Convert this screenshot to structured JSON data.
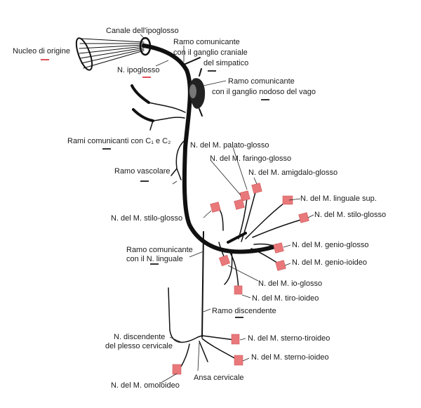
{
  "labels": {
    "nucleo": "Nucleo di origine",
    "canale": "Canale dell'ipoglosso",
    "ramo_gangl_1": "Ramo comunicante",
    "ramo_gangl_2": "con il ganglio craniale",
    "ramo_gangl_3": "del simpatico",
    "n_ipoglosso": "N. ipoglosso",
    "ramo_nodoso_1": "Ramo comunicante",
    "ramo_nodoso_2": "con il ganglio nodoso del vago",
    "rami_com": "Rami comunicanti con C₁ e C₂",
    "palato": "N. del M. palato-glosso",
    "faringo": "N. del M. faringo-glosso",
    "amigdalo": "N. del M. amigdalo-glosso",
    "vascolare": "Ramo vascolare",
    "linguale_sup": "N. del M. linguale sup.",
    "stilo_r": "N. del M. stilo-glosso",
    "stilo_l": "N. del M. stilo-glosso",
    "ramo_ling_1": "Ramo comunicante",
    "ramo_ling_2": "con il N. linguale",
    "genio_glosso": "N. del M. genio-glosso",
    "genio_ioideo": "N. del M. genio-ioideo",
    "io_glosso": "N. del M. io-glosso",
    "tiro": "N. del M. tiro-ioideo",
    "ramo_disc": "Ramo discendente",
    "disc_plesso_1": "N. discendente",
    "disc_plesso_2": "del plesso cervicale",
    "sterno_tiro": "N. del M. sterno-tiroideo",
    "sterno_io": "N. del M. sterno-ioideo",
    "ansa": "Ansa cervicale",
    "omo": "N. del M. omoioideo"
  },
  "colors": {
    "nerve": "#111111",
    "marker": "#e8787a",
    "underline_red": "#e0505a",
    "underline_dark": "#333333"
  }
}
